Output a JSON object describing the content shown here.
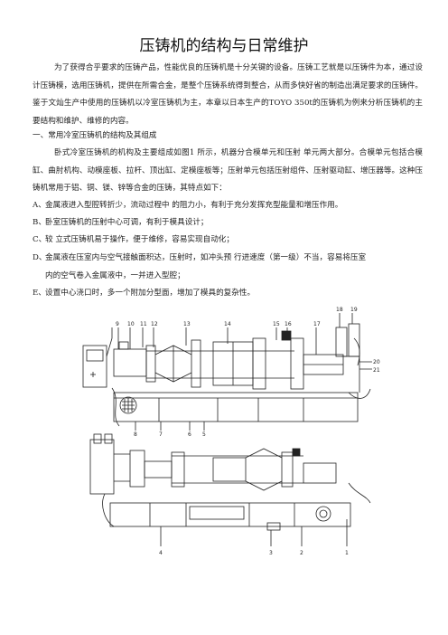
{
  "title": "压铸机的结构与日常维护",
  "intro": "为了获得合乎要求的压铸产品，性能优良的压铸机是十分关键的设备。压铸工艺就是以压铸件为本，通过设计压铸模，选用压铸机，提供在所需合金，是整个压铸系统得到整合，从而多快好省的制造出满足要求的压铸件。鉴于文灿生产中使用的压铸机以冷室压铸机为主，本章以日本生产的TOYO 350t的压铸机为例来分析压铸机的主要结构和维护、维修的内容。",
  "section_heading": "一、常用冷室压铸机的结构及其组成",
  "section_body": "卧式冷室压铸机的机构及主要组成如图1 所示，机器分合模单元和压射 单元两大部分。合模单元包括合模缸、曲肘机构、动模座板、拉杆、顶出缸、定模座板等；压射单元包括压射组件、压射驱动缸、增压器等。这种压铸机常用于铝、铜、镁、锌等合金的压铸，其特点如下：",
  "features": [
    {
      "key": "A、",
      "text": "金属液进入型腔转折少，流动过程中 的阻力小，有利于充分发挥充型能量和增压作用。"
    },
    {
      "key": "B、",
      "text": "卧室压铸机的压射中心可调，有利于模具设计；"
    },
    {
      "key": "C、",
      "text": "较 立式压铸机易于操作，便于维修，容易实现自动化；"
    },
    {
      "key": "D、",
      "text": "金属液在压室内与空气接触面积达，压射时，如冲头预 行进速度（第一级）不当，容易将压室",
      "cont": "内的空气卷入金属液中，一并进入型腔；"
    },
    {
      "key": "E、",
      "text": "设置中心浇口时，多一个附加分型面，增加了模具的复杂性。"
    }
  ],
  "figure": {
    "top_labels": [
      "9",
      "10",
      "11",
      "12",
      "13",
      "14",
      "15",
      "16",
      "17",
      "18",
      "19"
    ],
    "side_labels": [
      "20",
      "21"
    ],
    "mid_labels": [
      "8",
      "7",
      "6",
      "5"
    ],
    "bottom_labels": [
      "4",
      "3",
      "2",
      "1"
    ]
  }
}
